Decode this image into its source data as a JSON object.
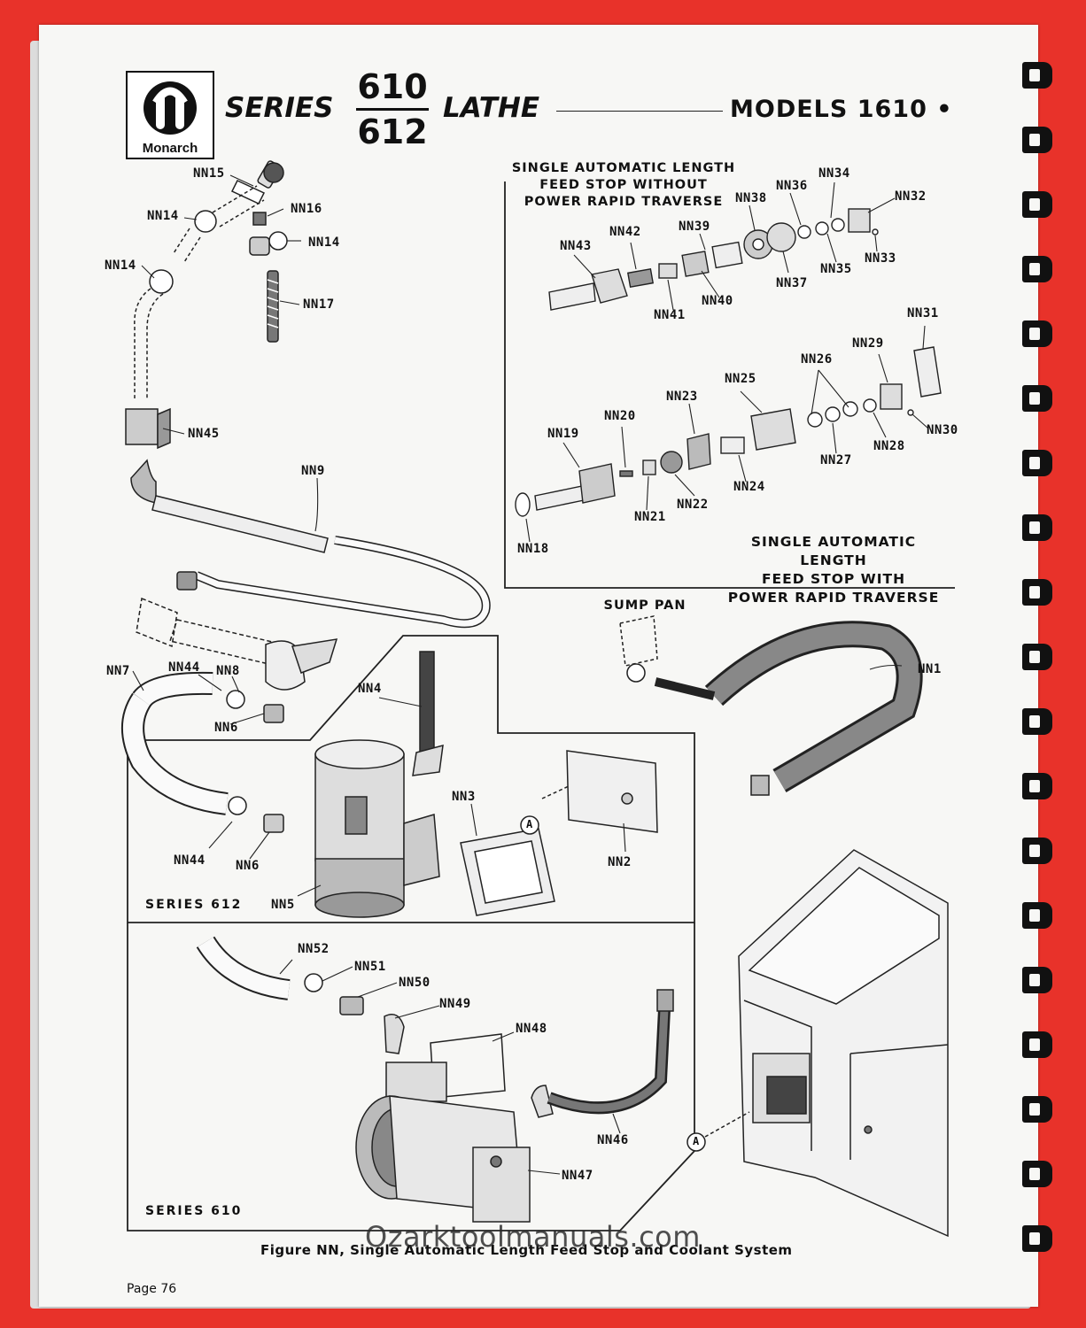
{
  "header": {
    "logo_text": "Monarch",
    "series_word": "SERIES",
    "series_top": "610",
    "series_bottom": "612",
    "lathe_word": "LATHE",
    "models": "MODELS 1610 •"
  },
  "assemblies": {
    "without_traverse": [
      "SINGLE AUTOMATIC LENGTH",
      "FEED STOP WITHOUT",
      "POWER RAPID TRAVERSE"
    ],
    "with_traverse": [
      "SINGLE AUTOMATIC LENGTH",
      "FEED STOP WITH",
      "POWER RAPID TRAVERSE"
    ],
    "sump_pan": "SUMP PAN"
  },
  "series_labels": {
    "s612": "SERIES 612",
    "s610": "SERIES 610"
  },
  "callouts": {
    "nn1": "NN1",
    "nn2": "NN2",
    "nn3": "NN3",
    "nn4": "NN4",
    "nn5": "NN5",
    "nn6a": "NN6",
    "nn6b": "NN6",
    "nn7": "NN7",
    "nn8": "NN8",
    "nn9": "NN9",
    "nn14a": "NN14",
    "nn14b": "NN14",
    "nn14c": "NN14",
    "nn15": "NN15",
    "nn16": "NN16",
    "nn17": "NN17",
    "nn18": "NN18",
    "nn19": "NN19",
    "nn20": "NN20",
    "nn21": "NN21",
    "nn22": "NN22",
    "nn23": "NN23",
    "nn24": "NN24",
    "nn25": "NN25",
    "nn26": "NN26",
    "nn27": "NN27",
    "nn28": "NN28",
    "nn29": "NN29",
    "nn30": "NN30",
    "nn31": "NN31",
    "nn32": "NN32",
    "nn33": "NN33",
    "nn34": "NN34",
    "nn35": "NN35",
    "nn36": "NN36",
    "nn37": "NN37",
    "nn38": "NN38",
    "nn39": "NN39",
    "nn40": "NN40",
    "nn41": "NN41",
    "nn42": "NN42",
    "nn43": "NN43",
    "nn44a": "NN44",
    "nn44b": "NN44",
    "nn45": "NN45",
    "nn46": "NN46",
    "nn47": "NN47",
    "nn48": "NN48",
    "nn49": "NN49",
    "nn50": "NN50",
    "nn51": "NN51",
    "nn52": "NN52",
    "ref_a1": "A",
    "ref_a2": "A"
  },
  "figure_caption": "Figure NN, Single Automatic Length Feed Stop and Coolant System",
  "watermark": "Ozarktoolmanuals.com",
  "page_number": "Page 76"
}
